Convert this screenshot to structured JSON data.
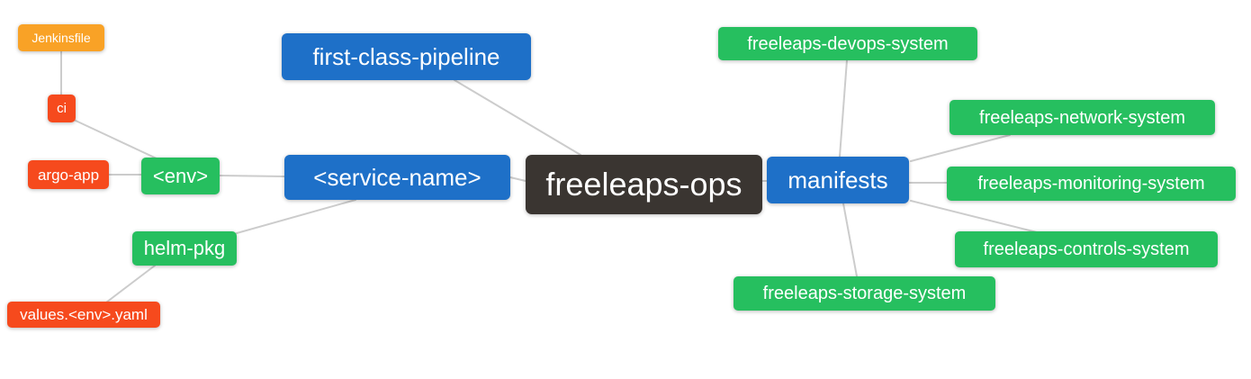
{
  "diagram": {
    "title": "freeleaps-ops mindmap",
    "colors": {
      "root_dark": "#3a3531",
      "level1_blue": "#1e70c8",
      "level2_green": "#26bf5f",
      "level3_red": "#f64a1d",
      "level4_orange": "#f9a226",
      "edge_gray": "#cccccc",
      "text": "#ffffff",
      "background": "#ffffff"
    },
    "nodes": {
      "freeleaps_ops": {
        "label": "freeleaps-ops"
      },
      "first_class_pipeline": {
        "label": "first-class-pipeline"
      },
      "service_name": {
        "label": "<service-name>"
      },
      "manifests": {
        "label": "manifests"
      },
      "env": {
        "label": "<env>"
      },
      "helm_pkg": {
        "label": "helm-pkg"
      },
      "ci": {
        "label": "ci"
      },
      "argo_app": {
        "label": "argo-app"
      },
      "jenkinsfile": {
        "label": "Jenkinsfile"
      },
      "values_env_yaml": {
        "label": "values.<env>.yaml"
      },
      "devops_system": {
        "label": "freeleaps-devops-system"
      },
      "network_system": {
        "label": "freeleaps-network-system"
      },
      "monitoring_system": {
        "label": "freeleaps-monitoring-system"
      },
      "controls_system": {
        "label": "freeleaps-controls-system"
      },
      "storage_system": {
        "label": "freeleaps-storage-system"
      }
    },
    "edges": [
      {
        "from": "jenkinsfile",
        "to": "ci"
      },
      {
        "from": "ci",
        "to": "env"
      },
      {
        "from": "argo_app",
        "to": "env"
      },
      {
        "from": "env",
        "to": "service_name"
      },
      {
        "from": "helm_pkg",
        "to": "service_name"
      },
      {
        "from": "values_env_yaml",
        "to": "helm_pkg"
      },
      {
        "from": "first_class_pipeline",
        "to": "freeleaps_ops"
      },
      {
        "from": "service_name",
        "to": "freeleaps_ops"
      },
      {
        "from": "manifests",
        "to": "freeleaps_ops"
      },
      {
        "from": "devops_system",
        "to": "manifests"
      },
      {
        "from": "network_system",
        "to": "manifests"
      },
      {
        "from": "monitoring_system",
        "to": "manifests"
      },
      {
        "from": "controls_system",
        "to": "manifests"
      },
      {
        "from": "storage_system",
        "to": "manifests"
      }
    ]
  }
}
